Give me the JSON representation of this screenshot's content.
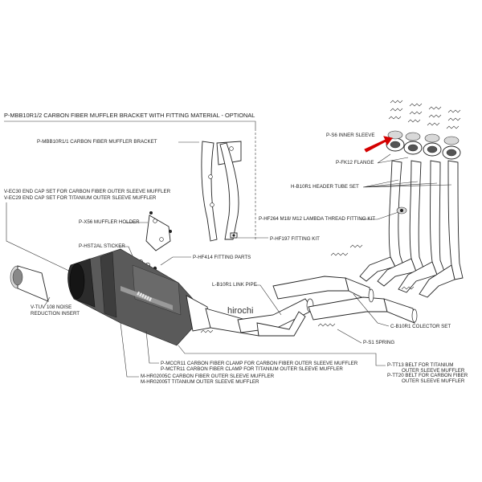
{
  "title": "P-MBB10R1/2  CARBON FIBER MUFFLER BRACKET WITH FITTING MATERIAL - OPTIONAL",
  "watermark": "hirochi",
  "highlight_color": "#d40000",
  "labels": {
    "mbb10r1_1": "P-MBB10R1/1  CARBON FIBER MUFFLER BRACKET",
    "ec30": "V-EC30 END CAP SET FOR CARBON FIBER OUTER SLEEVE MUFFLER",
    "ec29": "V-EC29 END CAP SET FOR TITANIUM OUTER SLEEVE MUFFLER",
    "x56": "P-X56  MUFFLER HOLDER",
    "hst2al": "P-HST2AL  STICKER",
    "hf414": "P-HF414  FITTING PARTS",
    "hf197": "P-HF197  FITTING KIT",
    "hf264": "P-HF264  M18/ M12 LAMBDA THREAD FITTING KIT",
    "b10r1_header": "H-B10R1  HEADER TUBE SET",
    "fk12": "P-FK12  FLANGE",
    "s6": "P-S6  INNER SLEEVE",
    "b10r1_link": "L-B10R1  LINK PIPE",
    "b10r1_collector": "C-B10R1  COLECTOR SET",
    "s1": "P-S1  SPRING",
    "tuv108_1": "V-TUV 108 NOISE",
    "tuv108_2": "REDUCTION INSERT",
    "mccr11": "P-MCCR11  CARBON FIBER CLAMP FOR CARBON FIBER OUTER SLEEVE MUFFLER",
    "mctr11": "P-MCTR11  CARBON FIBER CLAMP FOR TITANIUM OUTER SLEEVE MUFFLER",
    "hr02005c": "M-HR02005C  CARBON FIBER OUTER SLEEVE MUFFLER",
    "hr02005t": "M-HR02005T  TITANIUM OUTER SLEEVE MUFFLER",
    "tt13_1": "P-TT13  BELT FOR TITANIUM",
    "tt13_2": "OUTER SLEEVE MUFFLER",
    "tt20_1": "P-TT20  BELT FOR CARBON FIBER",
    "tt20_2": "OUTER SLEEVE MUFFLER"
  }
}
